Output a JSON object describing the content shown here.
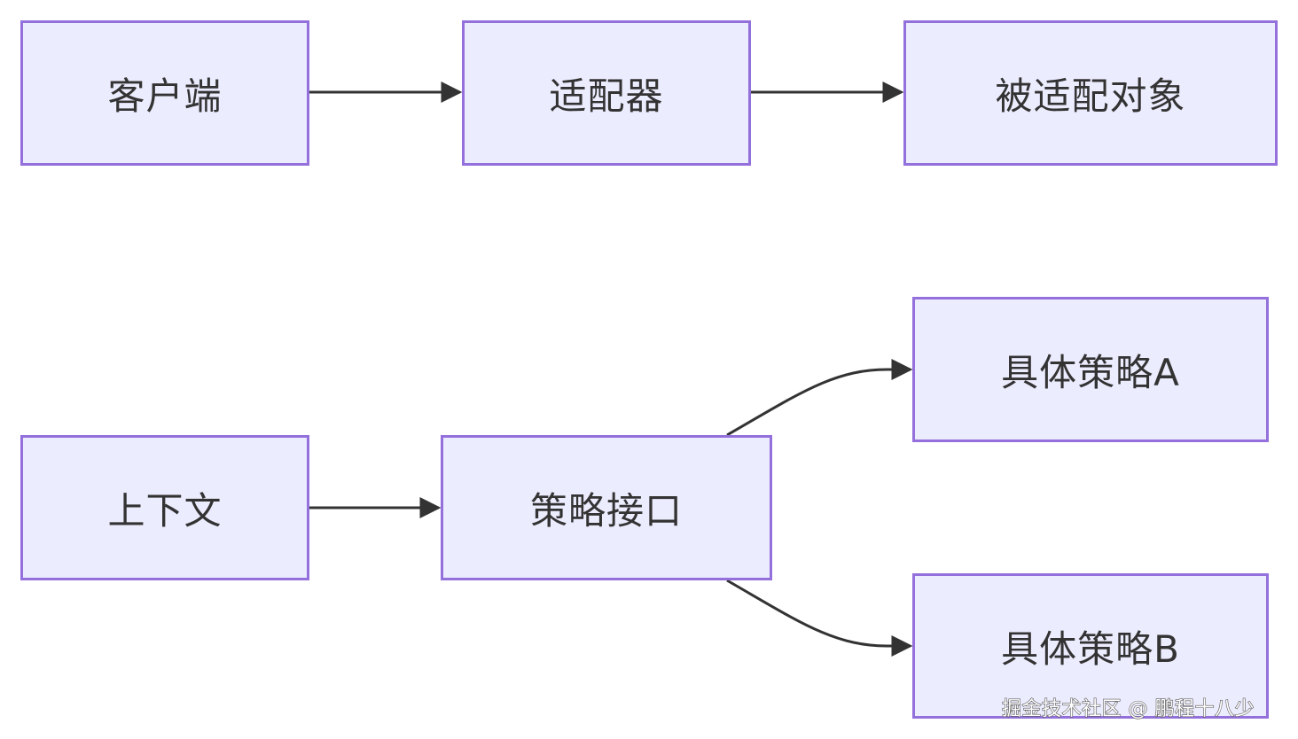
{
  "diagram": {
    "adapter_flow": {
      "client": "客户端",
      "adapter": "适配器",
      "adaptee": "被适配对象"
    },
    "strategy_flow": {
      "context": "上下文",
      "interface": "策略接口",
      "strategy_a": "具体策略A",
      "strategy_b": "具体策略B"
    }
  },
  "colors": {
    "node_fill": "#ececff",
    "node_border": "#9370db",
    "edge": "#333333"
  },
  "watermark": "掘金技术社区 @ 鹏程十八少"
}
